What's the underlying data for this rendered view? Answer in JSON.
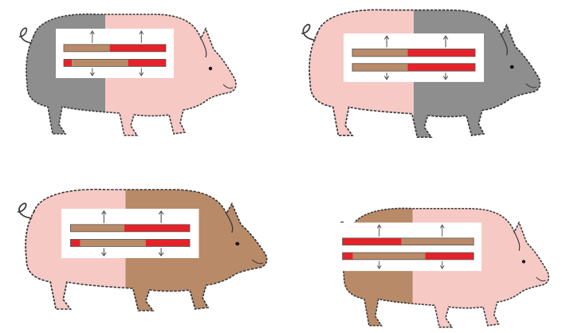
{
  "colors": {
    "pink": "#f7c9c5",
    "grey": "#8e8e8e",
    "brown": "#b98a68",
    "red": "#e4222a",
    "outline": "#3a3a3a",
    "panel": "#ffffff"
  },
  "pigs": [
    {
      "id": "top-left",
      "facing": "right",
      "rear_color": "grey",
      "front_color": "pink",
      "bars": [
        [
          "brown",
          "red"
        ],
        [
          "red",
          "brown",
          "red"
        ]
      ]
    },
    {
      "id": "top-right",
      "facing": "right",
      "rear_color": "pink",
      "front_color": "grey",
      "bars": [
        [
          "brown",
          "red"
        ],
        [
          "brown",
          "red"
        ]
      ]
    },
    {
      "id": "bottom-left",
      "facing": "right",
      "rear_color": "pink",
      "front_color": "brown",
      "bars": [
        [
          "brown",
          "red"
        ],
        [
          "red",
          "brown",
          "red"
        ]
      ]
    },
    {
      "id": "bottom-right",
      "facing": "right",
      "rear_color": "brown",
      "front_color": "pink",
      "bars": [
        [
          "red",
          "brown"
        ],
        [
          "red",
          "brown",
          "red"
        ]
      ]
    }
  ]
}
